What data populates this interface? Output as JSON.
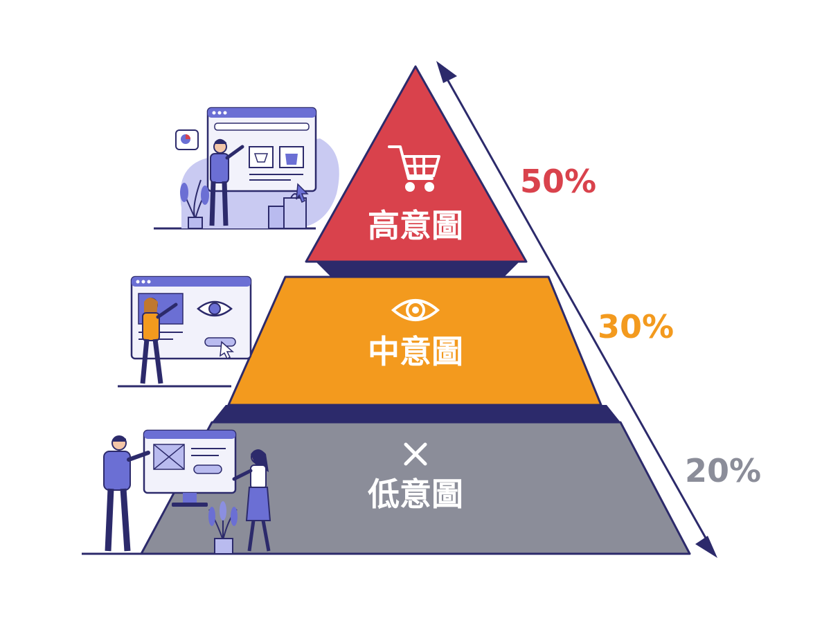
{
  "tiers": [
    {
      "label": "高意圖",
      "percent": "50%",
      "color": "#d9424c",
      "icon": "shopping-cart-icon"
    },
    {
      "label": "中意圖",
      "percent": "30%",
      "color": "#f39a1e",
      "icon": "eye-icon"
    },
    {
      "label": "低意圖",
      "percent": "20%",
      "color": "#8b8d99",
      "icon": "close-x-icon"
    }
  ],
  "colors": {
    "outline": "#2c2a6b",
    "accent": "#6b6fd4",
    "accent_light": "#b9bbef"
  }
}
